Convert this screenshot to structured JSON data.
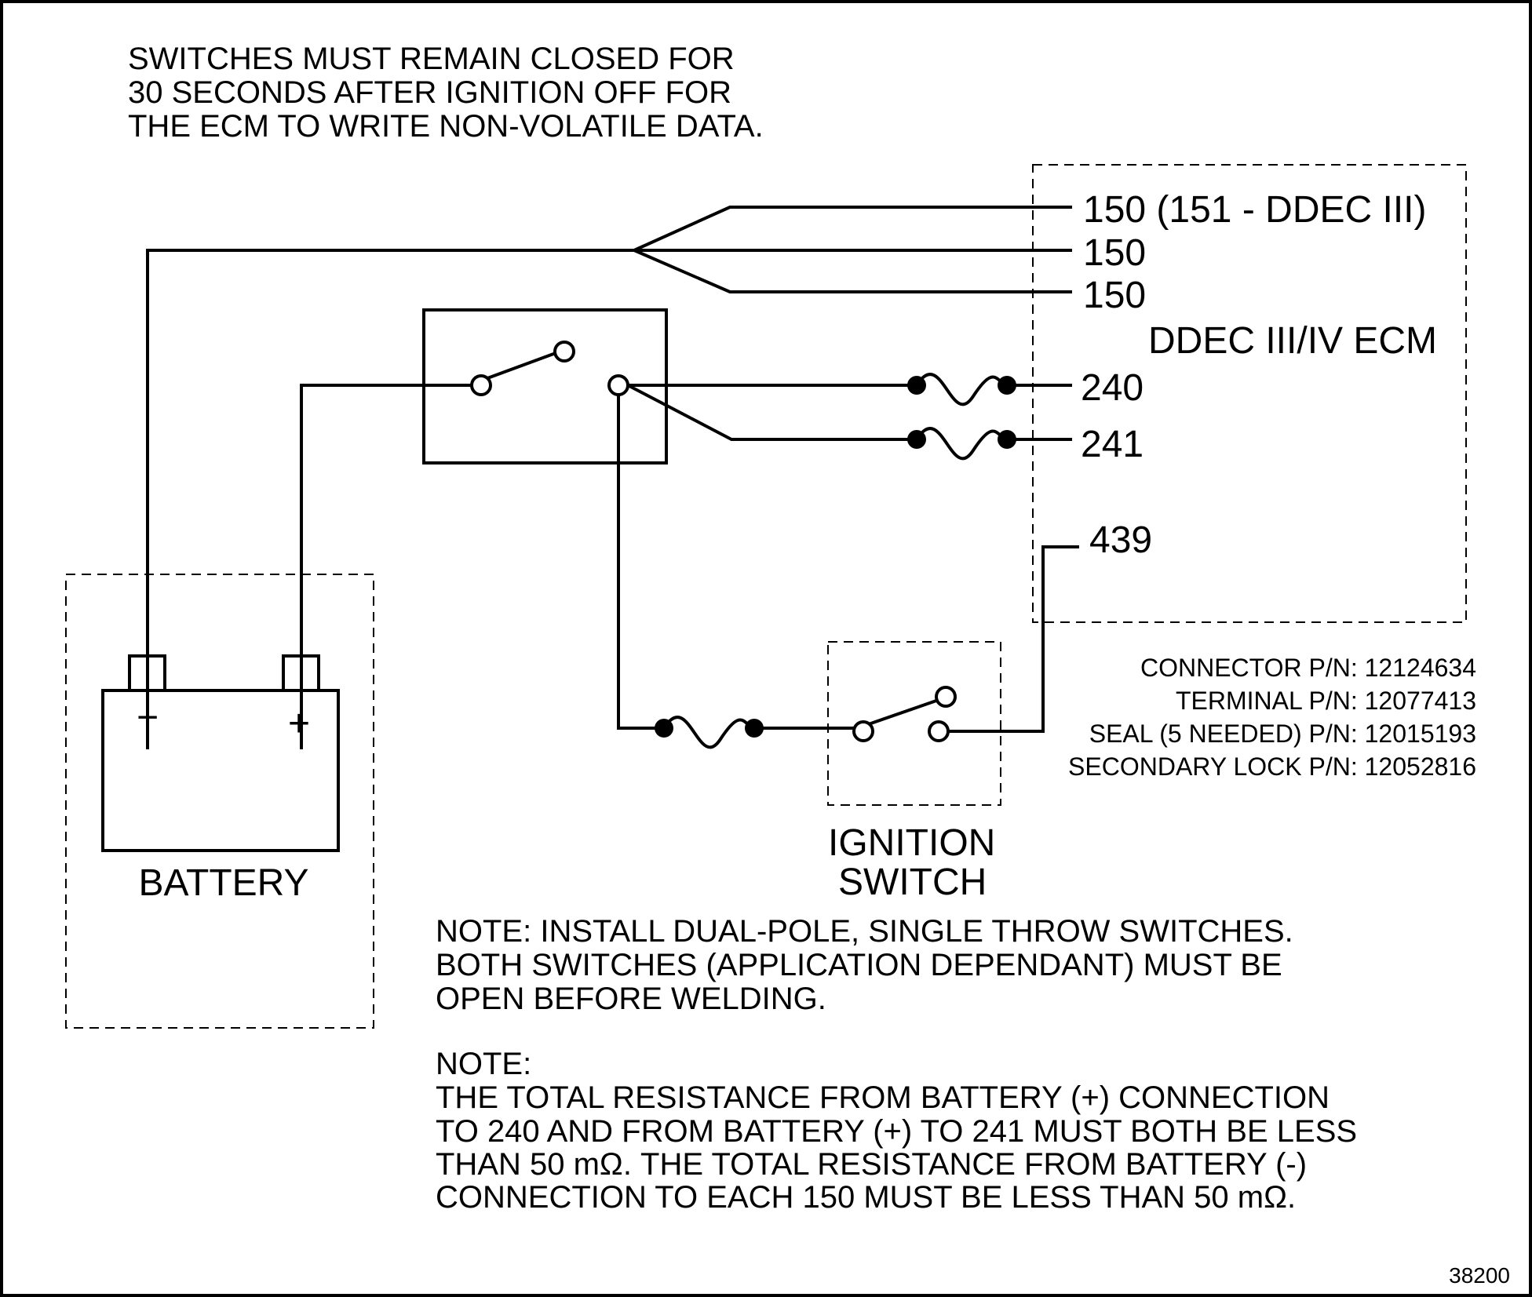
{
  "notes": {
    "top": [
      "SWITCHES MUST REMAIN CLOSED FOR",
      "30 SECONDS AFTER IGNITION OFF FOR",
      "THE ECM TO WRITE NON-VOLATILE DATA."
    ],
    "note1": [
      "NOTE: INSTALL DUAL-POLE, SINGLE THROW SWITCHES.",
      "BOTH SWITCHES (APPLICATION DEPENDANT) MUST BE",
      "OPEN BEFORE WELDING."
    ],
    "note2": [
      "NOTE:",
      "THE TOTAL RESISTANCE FROM BATTERY (+) CONNECTION",
      "TO 240 AND FROM BATTERY (+) TO 241 MUST BOTH BE LESS",
      "THAN 50 mΩ. THE TOTAL RESISTANCE FROM BATTERY (-)",
      "CONNECTION TO EACH 150 MUST BE LESS THAN 50 mΩ."
    ]
  },
  "ecm": {
    "title": "DDEC III/IV ECM",
    "pins": {
      "p150a": "150 (151 - DDEC III)",
      "p150b": "150",
      "p150c": "150",
      "p240": "240",
      "p241": "241",
      "p439": "439"
    }
  },
  "connector_info": [
    "CONNECTOR P/N: 12124634",
    "TERMINAL P/N: 12077413",
    "SEAL (5 NEEDED) P/N: 12015193",
    "SECONDARY LOCK P/N: 12052816"
  ],
  "battery": {
    "label": "BATTERY",
    "neg_symbol": "−",
    "pos_symbol": "+"
  },
  "ignition_switch": {
    "label_line1": "IGNITION",
    "label_line2": "SWITCH"
  },
  "figure_number": "38200"
}
